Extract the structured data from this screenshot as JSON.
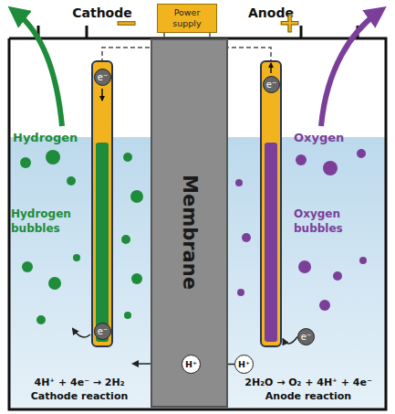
{
  "diagram": {
    "nodes": [
      {
        "text": [
          "Cathode"
        ]
      },
      {
        "text": [
          "Power supply"
        ]
      },
      {
        "text": [
          "Anode"
        ]
      },
      {
        "text": [
          "e⁻"
        ],
        "in": 0
      },
      {
        "text": [
          "e⁻"
        ],
        "in": 2
      },
      {
        "text": [
          "Membrane"
        ]
      },
      {
        "text": [
          "e⁻"
        ],
        "in": 0
      },
      {
        "text": [
          "H⁺"
        ]
      },
      {
        "text": [
          "H⁺"
        ]
      },
      {
        "text": [
          "e⁻"
        ]
      }
    ],
    "edges": [
      {
        "from": 1,
        "to": 0,
        "arrow": "none"
      },
      {
        "from": 1,
        "to": 2,
        "arrow": "none"
      },
      {
        "from": 8,
        "to": 7,
        "arrow": "to"
      },
      {
        "from": 9,
        "to": 2,
        "arrow": "to"
      }
    ],
    "labels": [
      "−",
      "+",
      "Hydrogen",
      "Oxygen",
      "Hydrogen bubbles",
      "Oxygen bubbles",
      "4H⁺ + 4e⁻ → 2H₂",
      "Cathode reaction",
      "2H₂O → O₂ + 4H⁺ + 4e⁻",
      "Anode reaction"
    ]
  }
}
